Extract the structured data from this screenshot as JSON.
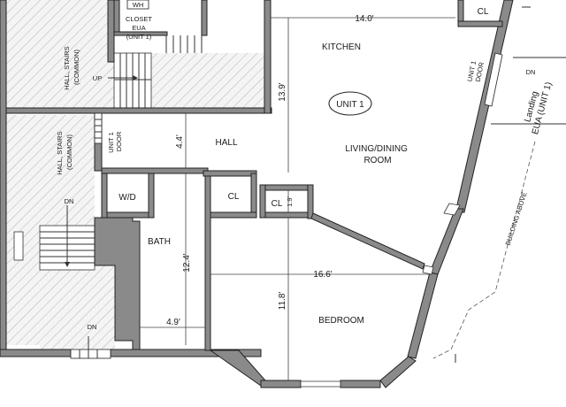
{
  "labels": {
    "closet_top": "CLOSET",
    "closet_eua": "EUA",
    "closet_unit": "(UNIT 1)",
    "wh": "WH",
    "up": "UP",
    "hall_stairs_top_1": "HALL, STAIRS",
    "hall_stairs_top_2": "(COMMON)",
    "hall_stairs_left_1": "HALL, STAIRS",
    "hall_stairs_left_2": "(COMMON)",
    "kitchen": "KITCHEN",
    "unit_badge": "UNIT 1",
    "unit1_door_left_1": "UNIT 1",
    "unit1_door_left_2": "DOOR",
    "unit1_door_right_1": "UNIT 1",
    "unit1_door_right_2": "DOOR",
    "hall": "HALL",
    "living_1": "LIVING/DINING",
    "living_2": "ROOM",
    "wd": "W/D",
    "cl_mid": "CL",
    "cl_small": "CL",
    "cl_top_right": "CL",
    "bath": "BATH",
    "bedroom": "BEDROOM",
    "dn_left": "DN",
    "dn_bottom": "DN",
    "dn_right": "DN",
    "landing_1": "Landing",
    "landing_2": "EUA (UNIT 1)",
    "building_above": "BUILDING ABOVE"
  },
  "dimensions": {
    "kitchen_width": "14.0'",
    "kitchen_depth": "13.9'",
    "hall_depth": "4.4'",
    "closet_depth": "1.9'",
    "bath_depth": "12.4'",
    "bath_width": "4.9'",
    "bedroom_width": "16.6'",
    "bedroom_depth": "11.8'"
  }
}
